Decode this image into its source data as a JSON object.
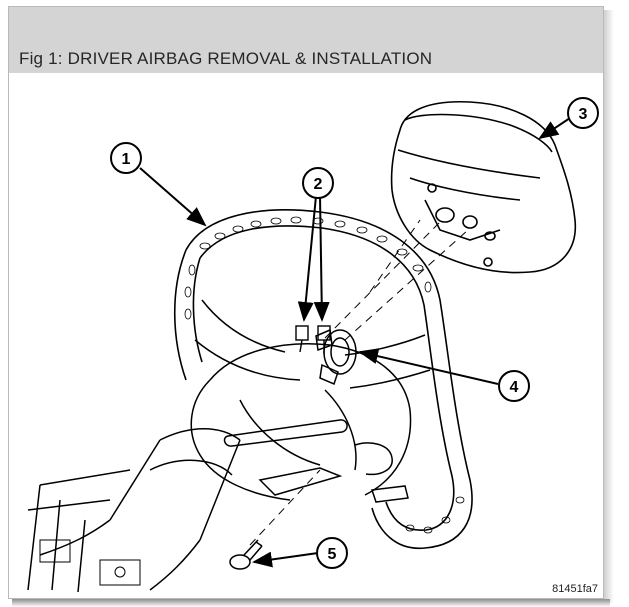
{
  "figure": {
    "title": "Fig 1: DRIVER AIRBAG REMOVAL & INSTALLATION",
    "reference_code": "81451fa7"
  },
  "callouts": [
    {
      "number": "1"
    },
    {
      "number": "2"
    },
    {
      "number": "3"
    },
    {
      "number": "4"
    },
    {
      "number": "5"
    }
  ],
  "colors": {
    "header_background": "#d4d4d4",
    "line_art": "#000000",
    "page_background": "#ffffff"
  }
}
